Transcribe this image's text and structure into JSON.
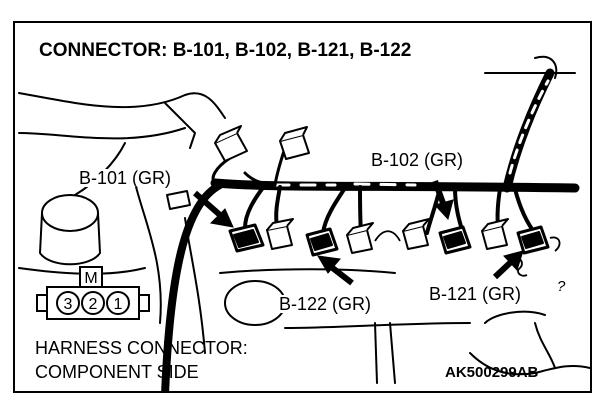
{
  "title": "CONNECTOR: B-101, B-102, B-121, B-122",
  "labels": {
    "b101": "B-101 (GR)",
    "b102": "B-102 (GR)",
    "b122": "B-122 (GR)",
    "b121": "B-121 (GR)"
  },
  "harness_connector": {
    "tab_letter": "M",
    "pins": [
      "3",
      "2",
      "1"
    ]
  },
  "caption": {
    "line1": "HARNESS CONNECTOR:",
    "line2": "COMPONENT SIDE"
  },
  "figure_code": "AK500299AB",
  "question_mark": "?"
}
